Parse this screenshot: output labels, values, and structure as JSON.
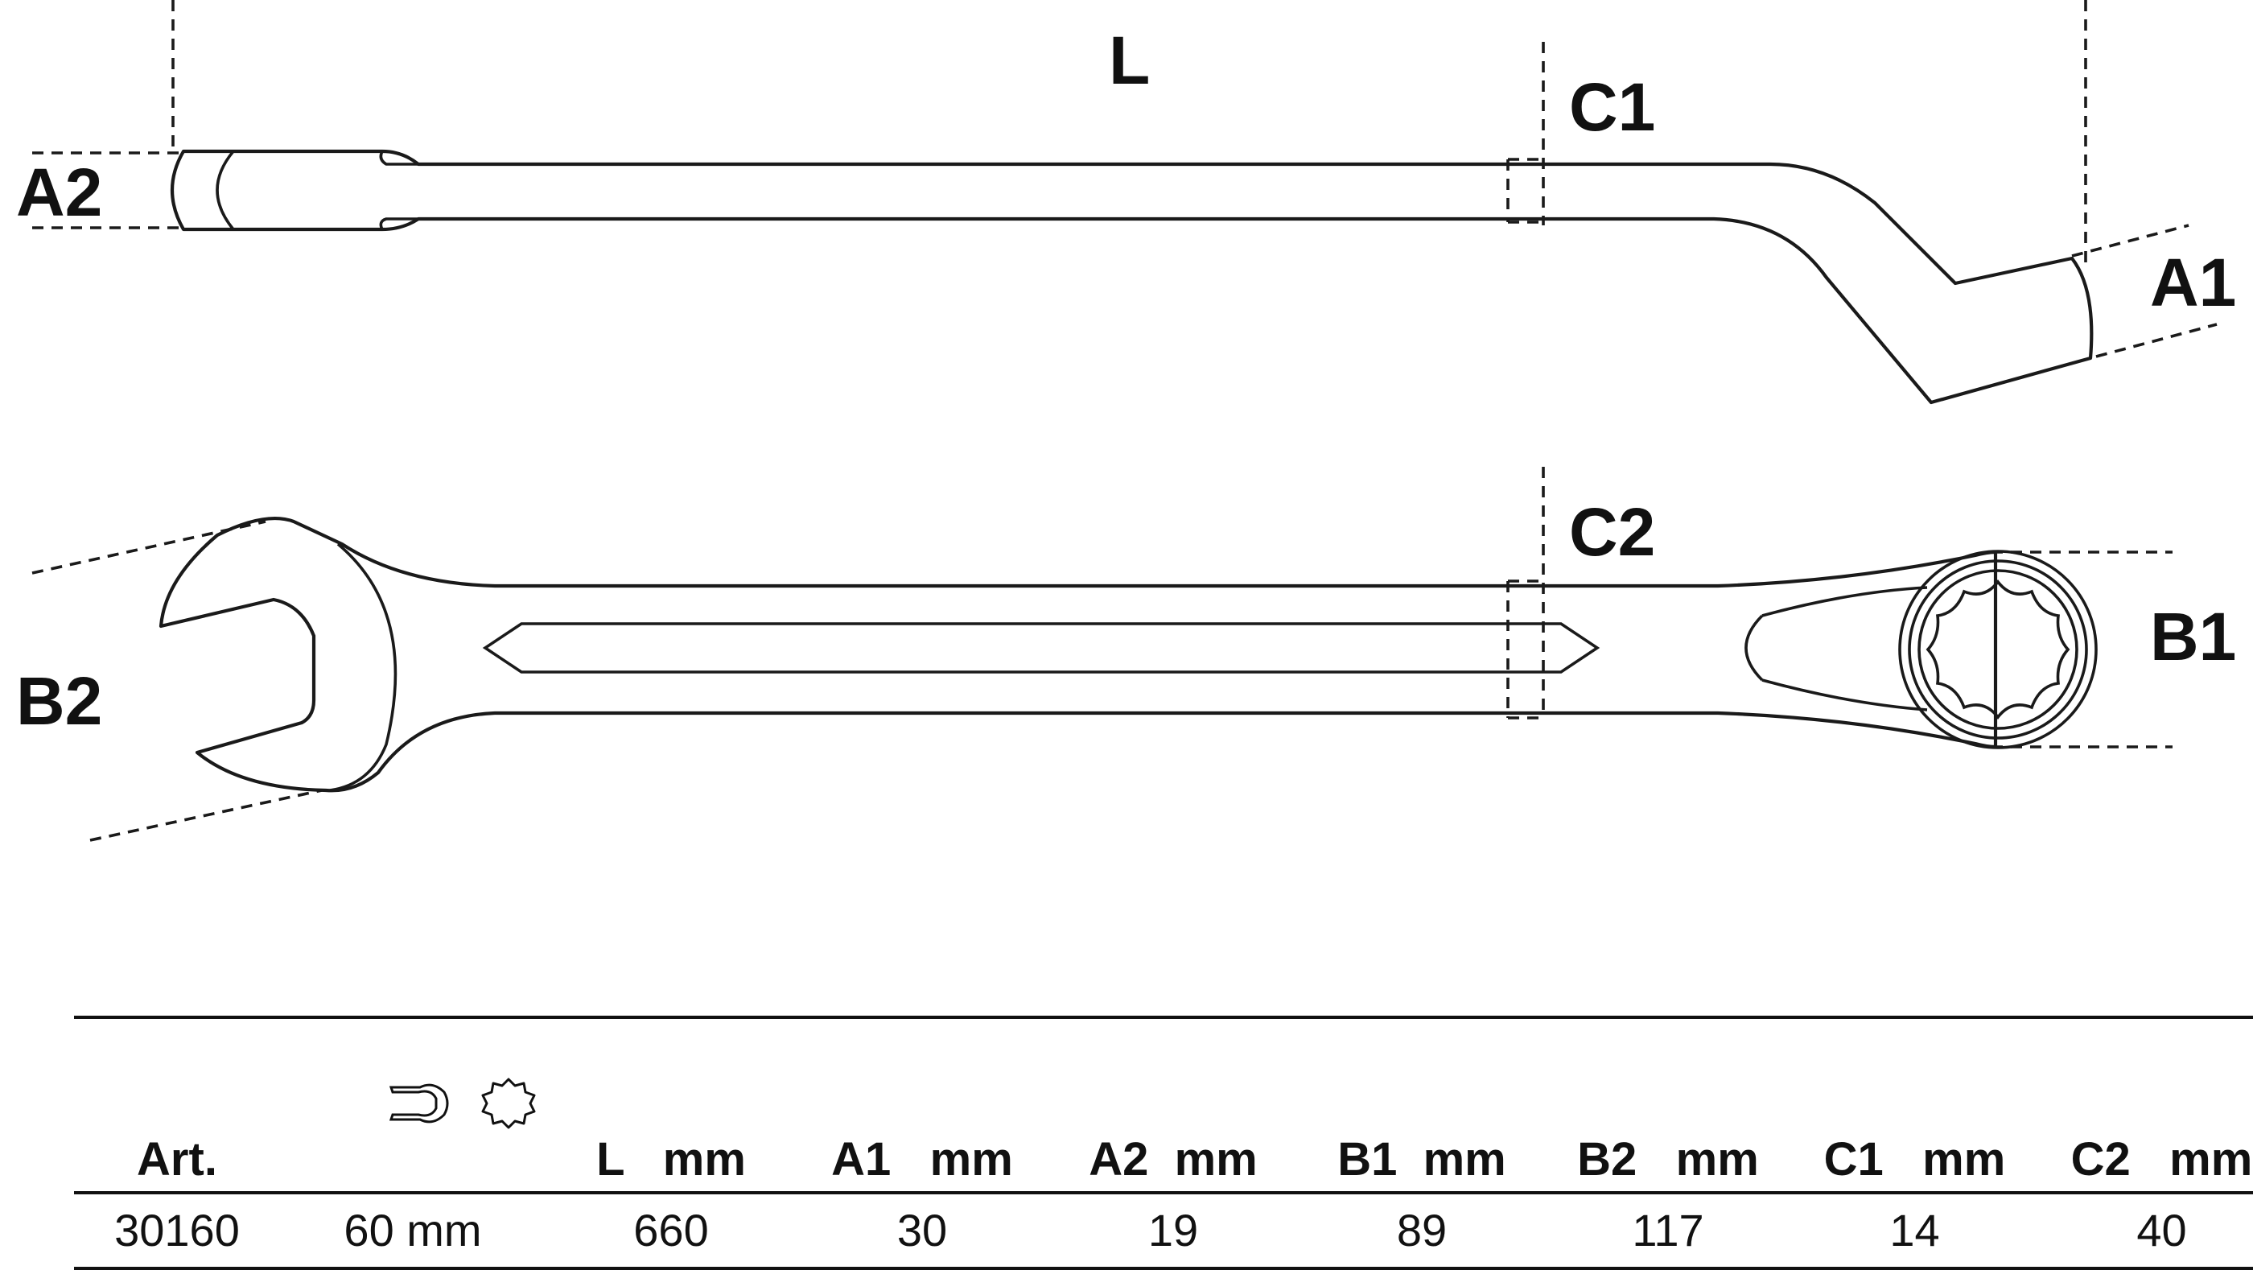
{
  "dimension_labels": {
    "L": "L",
    "A1": "A1",
    "A2": "A2",
    "B1": "B1",
    "B2": "B2",
    "C1": "C1",
    "C2": "C2"
  },
  "spec_table": {
    "headers": {
      "art": "Art.",
      "L": "L   mm",
      "A1": "A1   mm",
      "A2": "A2  mm",
      "B1": "B1  mm",
      "B2": "B2   mm",
      "C1": "C1   mm",
      "C2": "C2   mm"
    },
    "icons": [
      "open-end-wrench-icon",
      "twelve-point-ring-icon"
    ],
    "row": {
      "art": "30160",
      "size": "60 mm",
      "L": "660",
      "A1": "30",
      "A2": "19",
      "B1": "89",
      "B2": "117",
      "C1": "14",
      "C2": "40"
    }
  }
}
